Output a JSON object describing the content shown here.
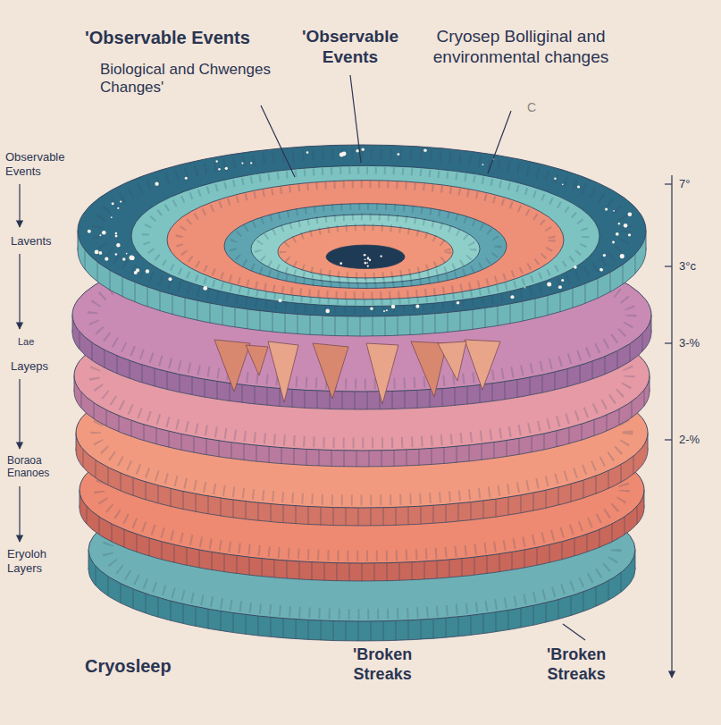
{
  "diagram": {
    "labels": [
      "'Observable Events",
      "Biological and Chwenges Changes'",
      "'Observable Events",
      "Cryosep Bolliginal and environmental changes",
      "C",
      "Observable Events",
      "Lavents",
      "Lae",
      "Layeps",
      "Boraoa Enanoes",
      "Eryoloh Layers",
      "7°",
      "3°c",
      "3-%",
      "2-%",
      "Cryosleep",
      "'Broken Streaks",
      "'Broken Streaks"
    ]
  }
}
